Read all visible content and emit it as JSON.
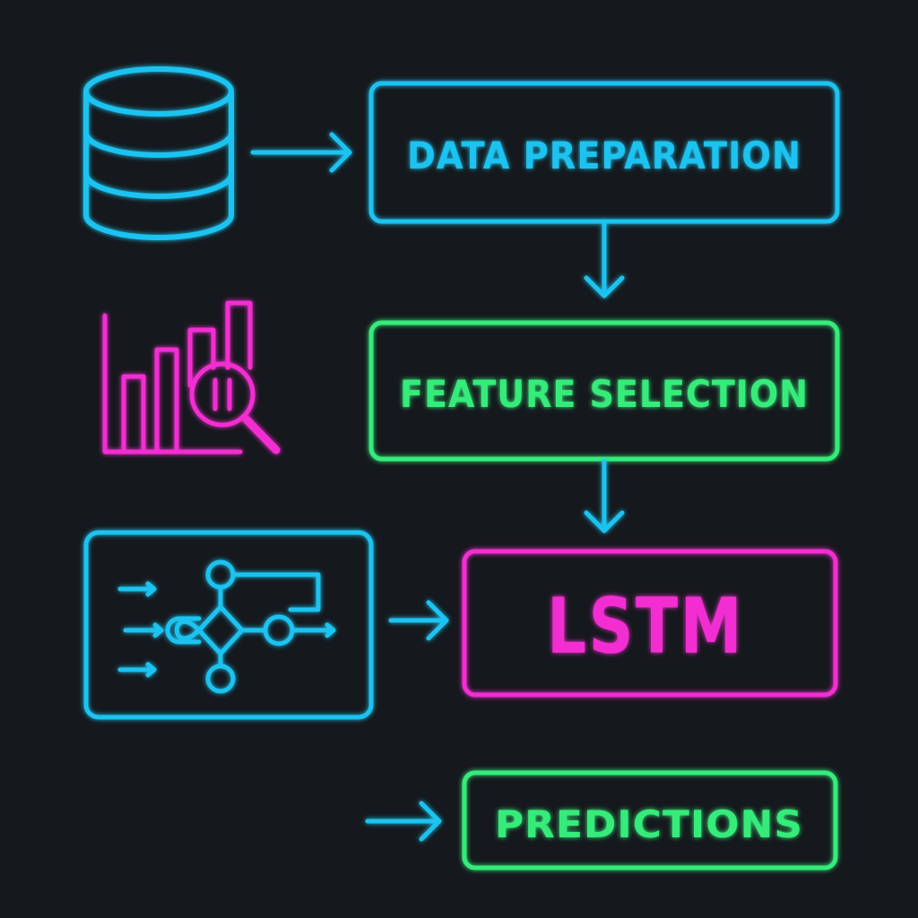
{
  "colors": {
    "background": "#15181c",
    "cyan": "#1fc3f0",
    "green": "#34ec7a",
    "magenta": "#f22fd2"
  },
  "nodes": {
    "data_preparation": {
      "label": "DATA PREPARATION"
    },
    "feature_selection": {
      "label": "FEATURE SELECTION"
    },
    "lstm": {
      "label": "LSTM"
    },
    "predictions": {
      "label": "PREDICTIONS"
    }
  },
  "icons": {
    "data_source": "database-icon",
    "feature_analysis": "bar-chart-magnifier-icon",
    "model_flow": "flowchart-panel-icon"
  }
}
